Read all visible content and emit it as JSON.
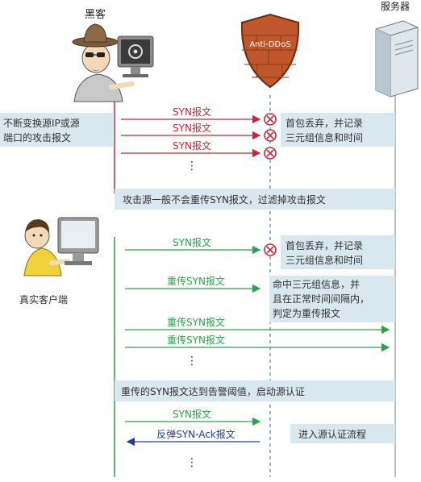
{
  "actors": {
    "hacker": "黑客",
    "firewall": "Anti-DDoS",
    "server": "服务器",
    "client": "真实客户端"
  },
  "notes": {
    "attack_source": [
      "不断变换源IP或源",
      "端口的攻击报文"
    ],
    "drop_first_1": [
      "首包丢弃，并记录",
      "三元组信息和时间"
    ],
    "attack_no_resend": "攻击源一般不会重传SYN报文，过滤掉攻击报文",
    "drop_first_2": [
      "首包丢弃，并记录",
      "三元组信息和时间"
    ],
    "hit_tuple": [
      "命中三元组信息，并",
      "且在正常时间间隔内，",
      "判定为重传报文"
    ],
    "threshold": "重传的SYN报文达到告警阈值，启动源认证",
    "enter_auth": "进入源认证流程"
  },
  "messages": {
    "syn": "SYN报文",
    "resend_syn": "重传SYN报文",
    "bounce_syn_ack": "反弹SYN-Ack报文",
    "ellipsis": "⋮"
  },
  "colors": {
    "attack_red": "#c8283a",
    "client_green": "#2aa44a",
    "bounce_blue": "#1c3f9e",
    "note_bg": "#d9e7ee",
    "lifeline_gray": "#9a9a9a",
    "shield_orange": "#c0572b"
  },
  "icons": [
    "hacker-figure",
    "shield-icon",
    "server-tower-icon",
    "client-user-figure",
    "drop-cross-icon"
  ]
}
